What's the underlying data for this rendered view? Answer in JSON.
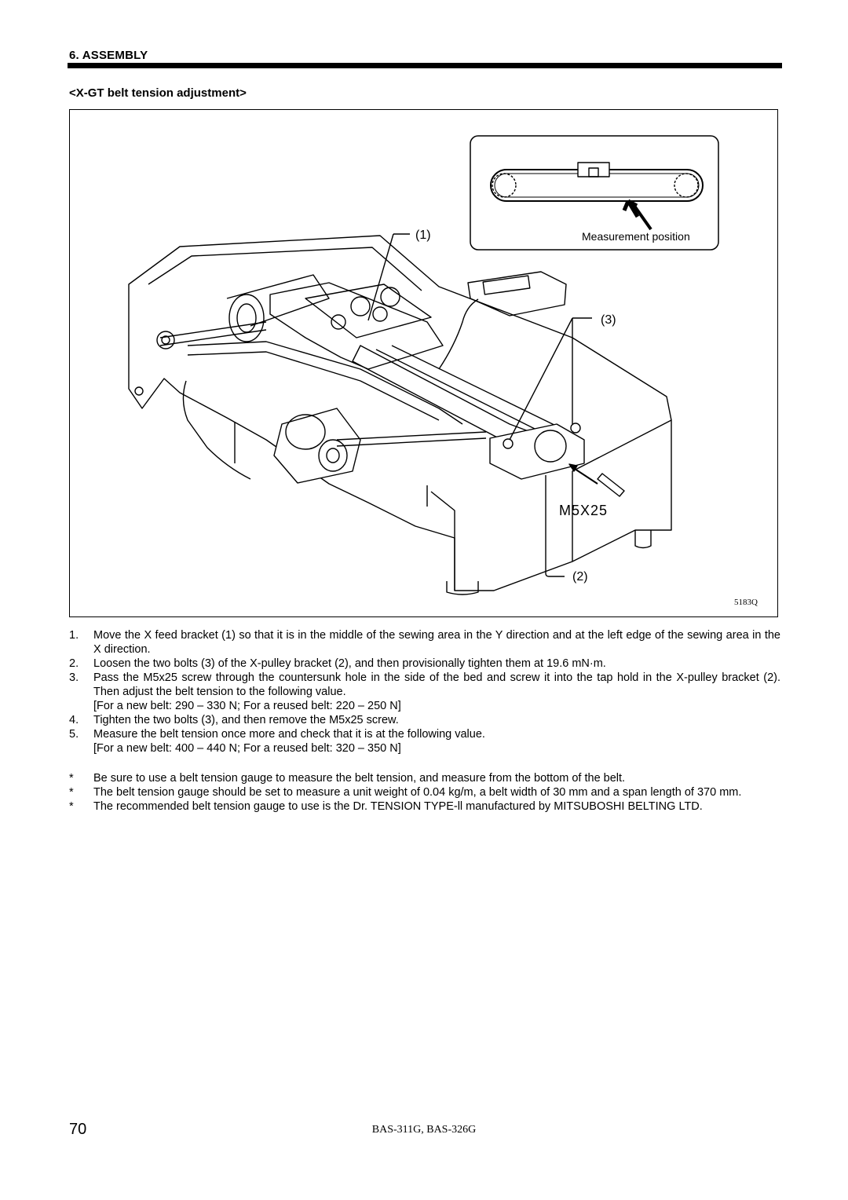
{
  "header": {
    "section": "6. ASSEMBLY",
    "subsection": "<X-GT belt tension adjustment>"
  },
  "figure": {
    "callout_1": "(1)",
    "callout_2": "(2)",
    "callout_3": "(3)",
    "screw_label": "M5X25",
    "inset_label": "Measurement position",
    "figure_code": "5183Q"
  },
  "steps": [
    {
      "num": "1.",
      "text": "Move the X feed bracket (1) so that it is in the middle of the sewing area in the Y direction and at the left edge of the sewing area in the X direction."
    },
    {
      "num": "2.",
      "text": "Loosen the two bolts (3) of the X-pulley bracket (2), and then provisionally tighten them at 19.6 mN·m."
    },
    {
      "num": "3.",
      "text": "Pass the M5x25 screw through the countersunk hole in the side of the bed and screw it into the tap hold in the X-pulley bracket (2). Then adjust the belt tension to the following value."
    },
    {
      "num": "",
      "text": "[For a new belt: 290 – 330 N; For a reused belt: 220 – 250 N]"
    },
    {
      "num": "4.",
      "text": "Tighten the two bolts (3), and then remove the M5x25 screw."
    },
    {
      "num": "5.",
      "text": "Measure the belt tension once more and check that it is at the following value."
    },
    {
      "num": "",
      "text": "[For a new belt: 400 – 440 N; For a reused belt: 320 – 350 N]"
    }
  ],
  "notes": [
    {
      "mark": "*",
      "text": "Be sure to use a belt tension gauge to measure the belt tension, and measure from the bottom of the belt."
    },
    {
      "mark": "*",
      "text": "The belt tension gauge should be set to measure a unit weight of 0.04 kg/m, a belt width of 30 mm and a span length of 370 mm."
    },
    {
      "mark": "*",
      "text": "The recommended belt tension gauge to use is the Dr. TENSION TYPE-ll manufactured by MITSUBOSHI BELTING LTD."
    }
  ],
  "footer": {
    "page_number": "70",
    "model": "BAS-311G, BAS-326G"
  }
}
